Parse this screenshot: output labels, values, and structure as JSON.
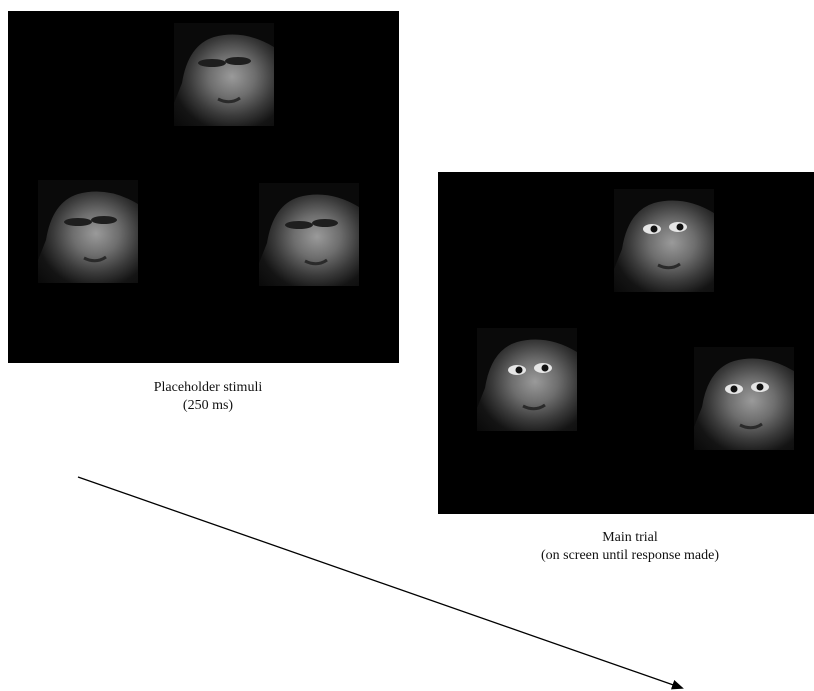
{
  "panels": [
    {
      "caption_line1": "Placeholder stimuli",
      "caption_line2": "(250 ms)",
      "face_state": "eyes-closed"
    },
    {
      "caption_line1": "Main trial",
      "caption_line2": "(on screen until response made)",
      "face_state": "eyes-open"
    }
  ],
  "colors": {
    "screen_background": "#000000",
    "page_background": "#ffffff",
    "arrow": "#000000"
  }
}
